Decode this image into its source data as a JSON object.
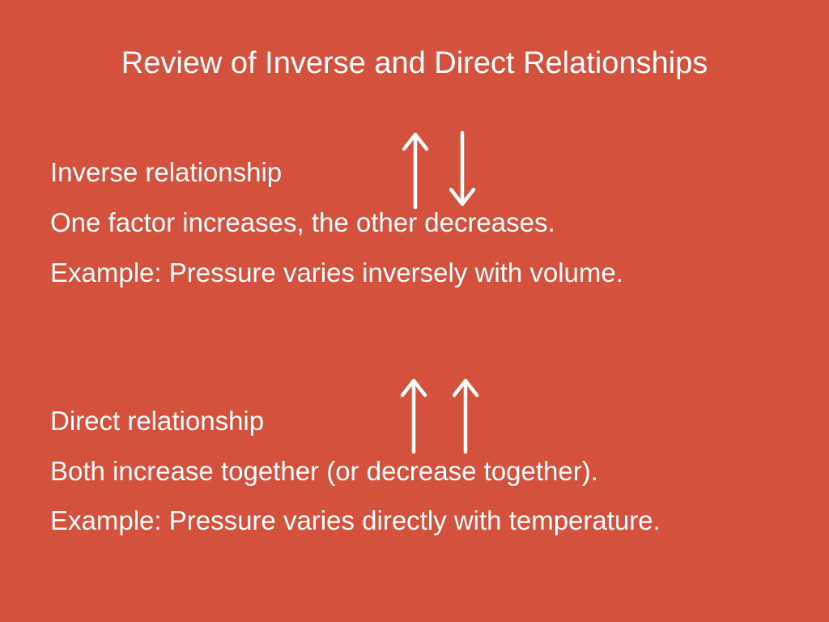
{
  "slide": {
    "background_color": "#d4523d",
    "text_color": "#ffffff",
    "title": "Review of Inverse and Direct Relationships",
    "inverse": {
      "heading": "Inverse relationship",
      "description": "One factor increases, the other decreases.",
      "example": "Example: Pressure varies inversely with volume.",
      "arrows": [
        "up-arrow-icon",
        "down-arrow-icon"
      ]
    },
    "direct": {
      "heading": "Direct relationship",
      "description": "Both increase together (or decrease together).",
      "example": "Example:  Pressure varies directly with temperature.",
      "arrows": [
        "up-arrow-icon",
        "up-arrow-icon"
      ]
    }
  }
}
